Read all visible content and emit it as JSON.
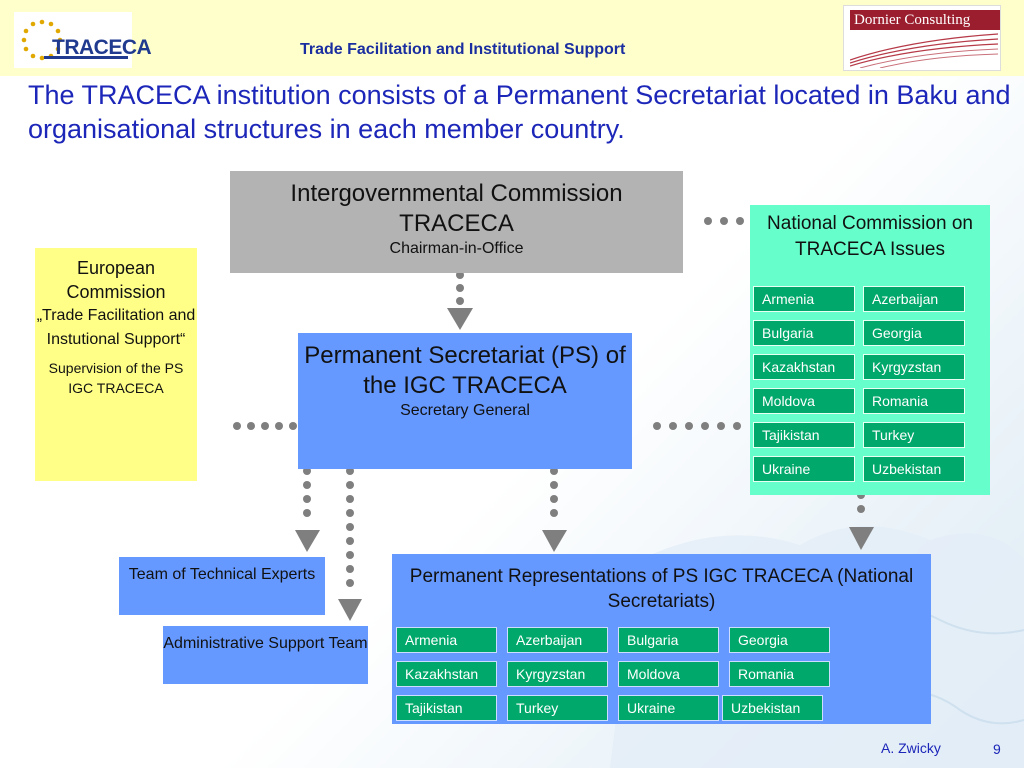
{
  "header": {
    "logo_left": "TRACECA",
    "title": "Trade Facilitation and Institutional Support",
    "logo_right": "Dornier Consulting"
  },
  "intro": "The TRACECA institution consists of a Permanent Secretariat located in Baku and organisational structures in each member country.",
  "igc": {
    "line1": "Intergovernmental Commission",
    "line2": "TRACECA",
    "line3": "Chairman-in-Office"
  },
  "ec": {
    "line1": "European Commission",
    "line2": "„Trade Facilitation and Instutional Support“",
    "line3": "Supervision of the PS IGC TRACECA"
  },
  "ps": {
    "line1": "Permanent Secretariat (PS) of the IGC TRACECA",
    "line2": "Secretary General"
  },
  "nc": {
    "title": "National Commission on TRACECA Issues",
    "countries": [
      "Armenia",
      "Azerbaijan",
      "Bulgaria",
      "Georgia",
      "Kazakhstan",
      "Kyrgyzstan",
      "Moldova",
      "Romania",
      "Tajikistan",
      "Turkey",
      "Ukraine",
      "Uzbekistan"
    ]
  },
  "tte": {
    "label": "Team of Technical Experts"
  },
  "ast": {
    "label": "Administrative Support Team"
  },
  "pr": {
    "title": "Permanent Representations of PS IGC TRACECA (National Secretariats)",
    "countries": [
      "Armenia",
      "Azerbaijan",
      "Bulgaria",
      "Georgia",
      "Kazakhstan",
      "Kyrgyzstan",
      "Moldova",
      "Romania",
      "Tajikistan",
      "Turkey",
      "Ukraine",
      "Uzbekistan"
    ]
  },
  "footer": {
    "author": "A. Zwicky",
    "page": "9"
  },
  "colors": {
    "header_bg": "#ffffcc",
    "title_text": "#1c26b8",
    "igc_box": "#b3b3b3",
    "ec_box": "#ffff88",
    "ps_box": "#6699ff",
    "nc_box": "#66ffcc",
    "country_chip": "#00a86b",
    "connector": "#7f7f7f"
  }
}
